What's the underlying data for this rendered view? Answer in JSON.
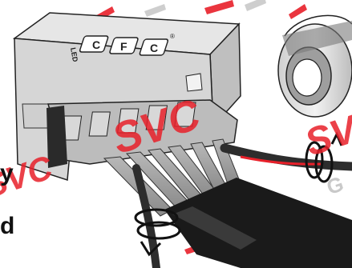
{
  "device": {
    "brand_letters": [
      "C",
      "F",
      "C"
    ],
    "side_label": "LED",
    "registered_mark": "®"
  },
  "watermark": {
    "text_red": "SVC",
    "text_gray": "G"
  },
  "cropped_text": {
    "left_top": "y",
    "left_bottom": "d"
  },
  "colors": {
    "watermark_red": "#e8202a",
    "device_body": "#d3d3d3",
    "cable_dark": "#1a1a1a"
  }
}
